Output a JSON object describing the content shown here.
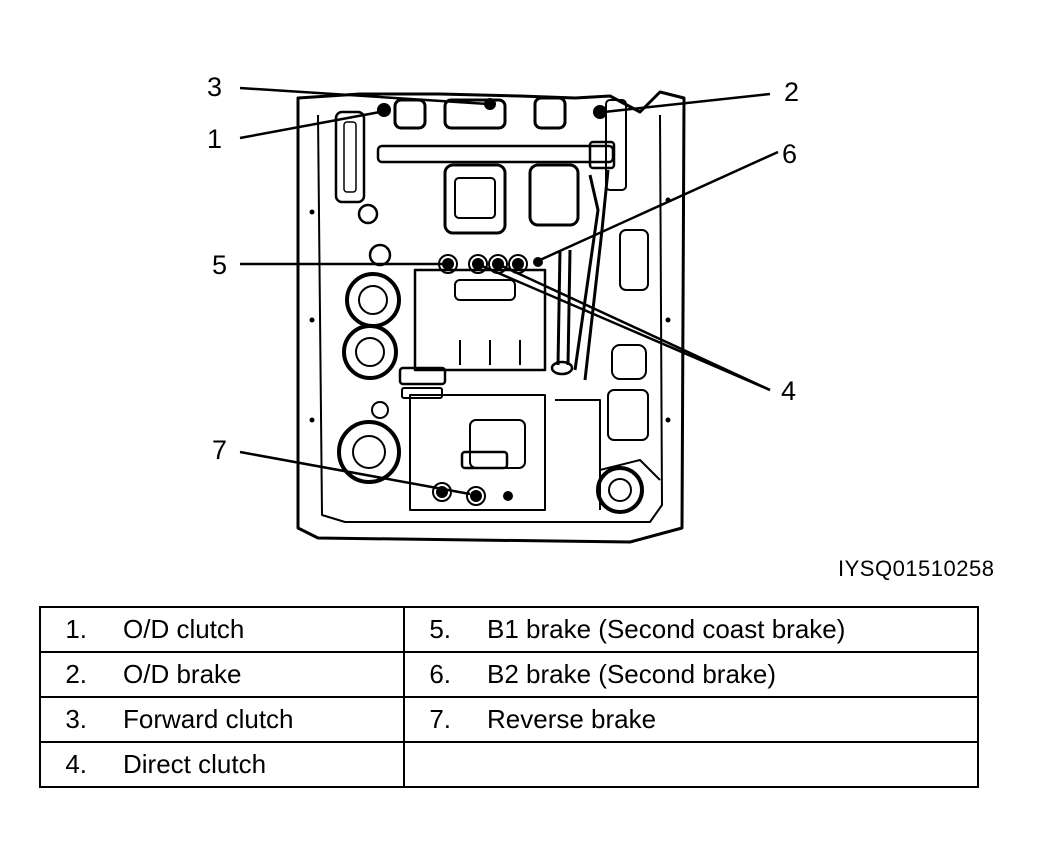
{
  "figure_code": "IYSQ01510258",
  "callouts": [
    {
      "id": "1",
      "label": "1"
    },
    {
      "id": "2",
      "label": "2"
    },
    {
      "id": "3",
      "label": "3"
    },
    {
      "id": "4",
      "label": "4"
    },
    {
      "id": "5",
      "label": "5"
    },
    {
      "id": "6",
      "label": "6"
    },
    {
      "id": "7",
      "label": "7"
    }
  ],
  "legend": {
    "rows": [
      [
        {
          "num": "1.",
          "text": "O/D clutch"
        },
        {
          "num": "5.",
          "text": "B1 brake (Second coast brake)"
        }
      ],
      [
        {
          "num": "2.",
          "text": "O/D brake"
        },
        {
          "num": "6.",
          "text": "B2 brake (Second brake)"
        }
      ],
      [
        {
          "num": "3.",
          "text": "Forward clutch"
        },
        {
          "num": "7.",
          "text": "Reverse brake"
        }
      ],
      [
        {
          "num": "4.",
          "text": "Direct clutch"
        },
        {
          "num": "",
          "text": ""
        }
      ]
    ]
  }
}
